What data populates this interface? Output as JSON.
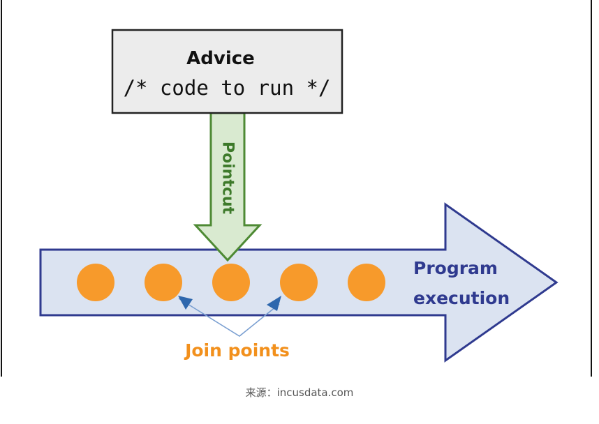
{
  "advice": {
    "title": "Advice",
    "code": "/* code to run */"
  },
  "pointcut": {
    "label": "Pointcut"
  },
  "program": {
    "line1": "Program",
    "line2": "execution"
  },
  "join_points": {
    "label": "Join points",
    "count": 5
  },
  "caption": "来源：incusdata.com",
  "colors": {
    "advice_fill": "#ececec",
    "advice_border": "#222222",
    "pointcut_fill": "#d9ead0",
    "pointcut_border": "#4e8a34",
    "pointcut_text": "#3d7a2a",
    "program_fill": "#dbe3f1",
    "program_border": "#2f3a8f",
    "program_text": "#2f3a8f",
    "join_point_fill": "#f79a2b",
    "join_points_text": "#f2901c",
    "pointer_line": "#7a9fd1",
    "pointer_head": "#2e67ad"
  }
}
